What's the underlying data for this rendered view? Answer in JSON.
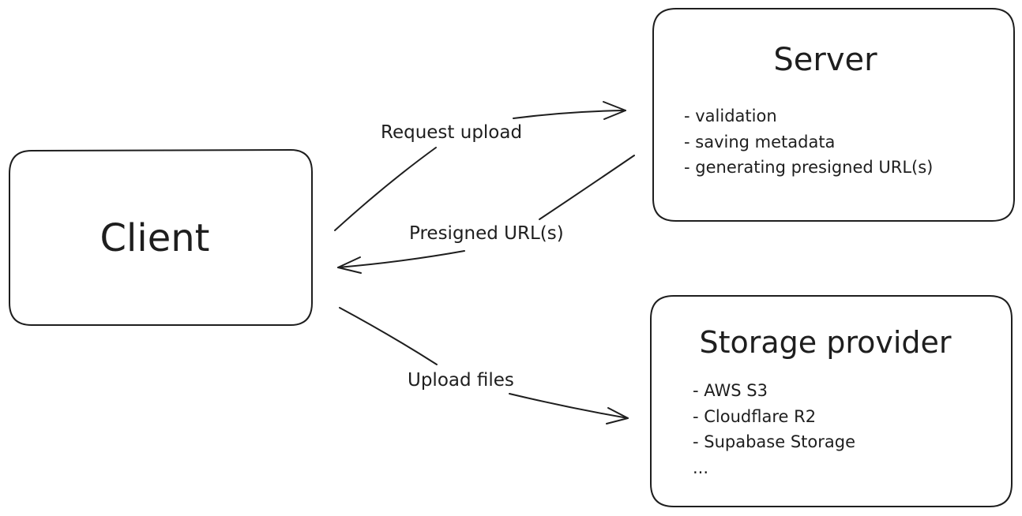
{
  "client": {
    "title": "Client"
  },
  "server": {
    "title": "Server",
    "items": [
      "- validation",
      "- saving metadata",
      "- generating presigned URL(s)"
    ]
  },
  "storage": {
    "title": "Storage provider",
    "items": [
      "- AWS S3",
      "- Cloudflare R2",
      "- Supabase Storage",
      "..."
    ]
  },
  "arrows": {
    "request_upload": "Request upload",
    "presigned_urls": "Presigned URL(s)",
    "upload_files": "Upload files"
  }
}
